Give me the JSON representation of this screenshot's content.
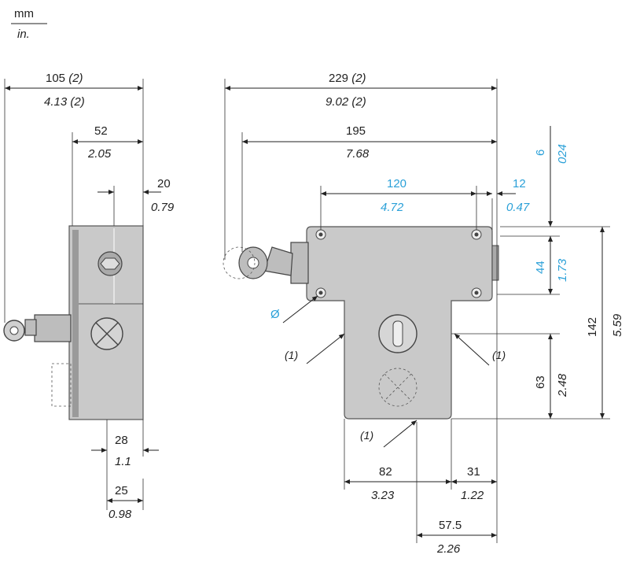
{
  "units": {
    "mm": "mm",
    "in": "in."
  },
  "colors": {
    "accent_blue": "#2aa0d8",
    "part_gray": "#c9c9c9"
  },
  "left_view": {
    "d_overall_mm": "105",
    "d_overall_note": "(2)",
    "d_overall_in": "4.13",
    "d_overall_in_note": "(2)",
    "d_body_mm": "52",
    "d_body_in": "2.05",
    "d_hole_mm": "20",
    "d_hole_in": "0.79",
    "d_28_mm": "28",
    "d_28_in": "1.1",
    "d_25_mm": "25",
    "d_25_in": "0.98"
  },
  "right_view": {
    "d_overall_mm": "229",
    "d_overall_note": "(2)",
    "d_overall_in": "9.02",
    "d_overall_in_note": "(2)",
    "d_195_mm": "195",
    "d_195_in": "7.68",
    "d_120_mm": "120",
    "d_120_in": "4.72",
    "d_12_mm": "12",
    "d_12_in": "0.47",
    "d_6_mm": "6",
    "d_6_in": "024",
    "d_44_mm": "44",
    "d_44_in": "1.73",
    "d_142_mm": "142",
    "d_142_in": "5.59",
    "d_63_mm": "63",
    "d_63_in": "2.48",
    "d_82_mm": "82",
    "d_82_in": "3.23",
    "d_31_mm": "31",
    "d_31_in": "1.22",
    "d_575_mm": "57.5",
    "d_575_in": "2.26",
    "diameter_symbol": "Ø",
    "note_1": "(1)"
  }
}
